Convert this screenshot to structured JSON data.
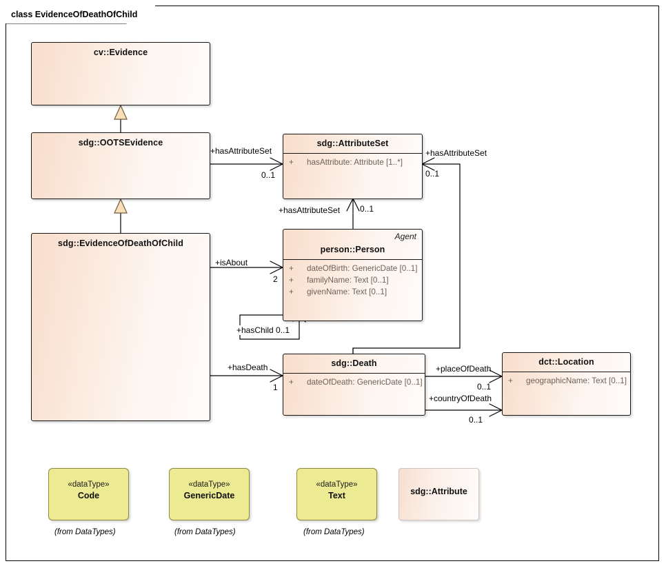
{
  "diagram": {
    "frame_label": "class EvidenceOfDeathOfChild",
    "kind": "uml-class-diagram"
  },
  "classes": [
    {
      "id": "cv-evidence",
      "name": "cv::Evidence",
      "stereotype": "",
      "attributes": []
    },
    {
      "id": "sdg-ootsevidence",
      "name": "sdg::OOTSEvidence",
      "stereotype": "",
      "attributes": []
    },
    {
      "id": "sdg-evidenceofdeathofchild",
      "name": "sdg::EvidenceOfDeathOfChild",
      "stereotype": "",
      "attributes": []
    },
    {
      "id": "sdg-attributeset",
      "name": "sdg::AttributeSet",
      "stereotype": "",
      "attributes": [
        {
          "visibility": "+",
          "text": "hasAttribute: Attribute [1..*]"
        }
      ]
    },
    {
      "id": "person-person",
      "name": "person::Person",
      "stereotype": "Agent",
      "attributes": [
        {
          "visibility": "+",
          "text": "dateOfBirth: GenericDate [0..1]"
        },
        {
          "visibility": "+",
          "text": "familyName: Text [0..1]"
        },
        {
          "visibility": "+",
          "text": "givenName: Text [0..1]"
        }
      ]
    },
    {
      "id": "sdg-death",
      "name": "sdg::Death",
      "stereotype": "",
      "attributes": [
        {
          "visibility": "+",
          "text": "dateOfDeath: GenericDate [0..1]"
        }
      ]
    },
    {
      "id": "dct-location",
      "name": "dct::Location",
      "stereotype": "",
      "attributes": [
        {
          "visibility": "+",
          "text": "geographicName: Text [0..1]"
        }
      ]
    }
  ],
  "datatypes": [
    {
      "id": "dt-code",
      "stereotype": "«dataType»",
      "name": "Code",
      "note": "(from DataTypes)"
    },
    {
      "id": "dt-genericdate",
      "stereotype": "«dataType»",
      "name": "GenericDate",
      "note": "(from DataTypes)"
    },
    {
      "id": "dt-text",
      "stereotype": "«dataType»",
      "name": "Text",
      "note": "(from DataTypes)"
    }
  ],
  "plain_boxes": [
    {
      "id": "sdg-attribute",
      "name": "sdg::Attribute"
    }
  ],
  "relationships": [
    {
      "id": "gen-1",
      "type": "generalization",
      "from": "sdg-ootsevidence",
      "to": "cv-evidence",
      "label": "",
      "multiplicity": ""
    },
    {
      "id": "gen-2",
      "type": "generalization",
      "from": "sdg-evidenceofdeathofchild",
      "to": "sdg-ootsevidence",
      "label": "",
      "multiplicity": ""
    },
    {
      "id": "as-1",
      "type": "association",
      "from": "sdg-ootsevidence",
      "to": "sdg-attributeset",
      "label": "+hasAttributeSet",
      "multiplicity": "0..1"
    },
    {
      "id": "as-2",
      "type": "association",
      "from": "person-person",
      "to": "sdg-attributeset",
      "label": "+hasAttributeSet",
      "multiplicity": "0..1"
    },
    {
      "id": "as-3",
      "type": "association",
      "from": "sdg-death",
      "to": "sdg-attributeset",
      "label": "+hasAttributeSet",
      "multiplicity": "0..1"
    },
    {
      "id": "as-4",
      "type": "association",
      "from": "sdg-evidenceofdeathofchild",
      "to": "person-person",
      "label": "+isAbout",
      "multiplicity": "2"
    },
    {
      "id": "as-5",
      "type": "association",
      "from": "person-person",
      "to": "person-person",
      "label": "+hasChild",
      "multiplicity": "0..1"
    },
    {
      "id": "as-6",
      "type": "association",
      "from": "sdg-evidenceofdeathofchild",
      "to": "sdg-death",
      "label": "+hasDeath",
      "multiplicity": "1"
    },
    {
      "id": "as-7",
      "type": "association",
      "from": "sdg-death",
      "to": "dct-location",
      "label": "+placeOfDeath",
      "multiplicity": "0..1"
    },
    {
      "id": "as-8",
      "type": "association",
      "from": "sdg-death",
      "to": "dct-location",
      "label": "+countryOfDeath",
      "multiplicity": "0..1"
    }
  ],
  "edge_labels": {
    "hasAttributeSet_oots": "+hasAttributeSet",
    "hasAttributeSet_oots_m": "0..1",
    "hasAttributeSet_right": "+hasAttributeSet",
    "hasAttributeSet_right_m": "0..1",
    "hasAttributeSet_person": "+hasAttributeSet",
    "hasAttributeSet_person_m": "0..1",
    "isAbout": "+isAbout",
    "isAbout_m": "2",
    "hasChild": "+hasChild 0..1",
    "hasDeath": "+hasDeath",
    "hasDeath_m": "1",
    "placeOfDeath": "+placeOfDeath",
    "placeOfDeath_m": "0..1",
    "countryOfDeath": "+countryOfDeath",
    "countryOfDeath_m": "0..1"
  },
  "colors": {
    "class_fill_start": "#f8ddcb",
    "class_fill_end": "#fefbf9",
    "class_border": "#151515",
    "datatype_fill": "#ecea92",
    "datatype_border": "#8a8a3a",
    "attr_text": "#6f6258",
    "line": "#000000",
    "generalization_fill": "#fadfb9"
  }
}
